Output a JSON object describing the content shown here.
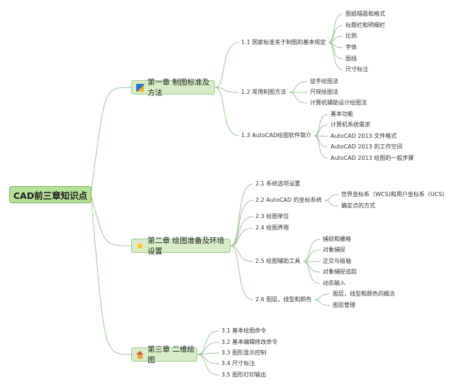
{
  "root": "CAD前三章知识点",
  "chapters": [
    {
      "title": "第一章 制图标准及方法",
      "icon": "flag-icon",
      "sections": [
        {
          "label": "1.1 国家标准关于制图的基本规定",
          "items": [
            "图纸幅面和格式",
            "标题栏和明细栏",
            "比例",
            "字体",
            "图线",
            "尺寸标注"
          ]
        },
        {
          "label": "1.2 常用制图方法",
          "items": [
            "徒手绘图法",
            "尺规绘图法",
            "计算机辅助设计绘图法"
          ]
        },
        {
          "label": "1.3 AutoCAD绘图软件简介",
          "items": [
            "基本功能",
            "计算机系统需求",
            "AutoCAD 2013 文件格式",
            "AutoCAD 2013 的工作空间",
            "AutoCAD 2013 绘图的一般步骤"
          ]
        }
      ]
    },
    {
      "title": "第二章 绘图准备及环境设置",
      "icon": "sun-icon",
      "sections": [
        {
          "label": "2.1 系统选项设置",
          "items": []
        },
        {
          "label": "2.2 AutoCAD 的坐标系统",
          "items": [
            "世界坐标系（WCS)和用户坐标系（UCS)",
            "确定点的方式"
          ]
        },
        {
          "label": "2.3 绘图单位",
          "items": []
        },
        {
          "label": "2.4 绘图界限",
          "items": []
        },
        {
          "label": "2.5 绘图辅助工具",
          "items": [
            "捕捉和栅格",
            "对象捕捉",
            "正交与极轴",
            "对象捕捉追踪",
            "动态输入"
          ]
        },
        {
          "label": "2.6 图层，线型和颜色",
          "items": [
            "图层，线型和颜色的概念",
            "图层管理"
          ]
        }
      ]
    },
    {
      "title": "第三章 二维绘图",
      "icon": "home-icon",
      "sections": [
        {
          "label": "3.1 基本绘图命令",
          "items": []
        },
        {
          "label": "3.2 基本编辑修改命令",
          "items": []
        },
        {
          "label": "3.3 图形显示控制",
          "items": []
        },
        {
          "label": "3.4 尺寸标注",
          "items": []
        },
        {
          "label": "3.5 图形打印输出",
          "items": []
        }
      ]
    }
  ]
}
